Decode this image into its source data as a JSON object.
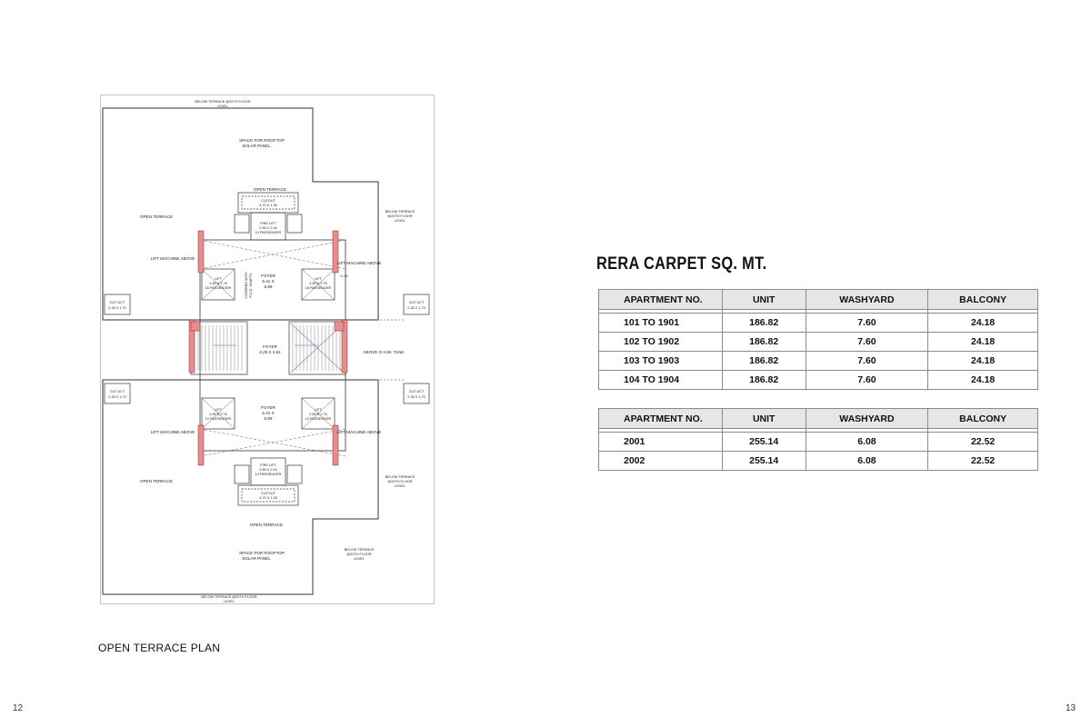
{
  "page_numbers": {
    "left": "12",
    "right": "13"
  },
  "plan": {
    "caption": "OPEN TERRACE PLAN",
    "labels": {
      "below_terrace_top_1": "BELOW TERRACE @20TH FLOOR",
      "below_terrace_top_2": "LEVEL",
      "solar_top_1": "SPACE FOR ROOFTOP",
      "solar_top_2": "SOLAR PANEL",
      "open_terrace_top_center": "OPEN TERRACE",
      "cutout_top_1": "CUTOUT",
      "cutout_top_2": "4.70 X 1.36",
      "fire_lift_top_1": "FIRE LIFT",
      "fire_lift_top_2": "2.89 X 2.40",
      "fire_lift_top_3": "14 PASSENGER",
      "open_terrace_top_left": "OPEN TERRACE",
      "below_terrace_right_top_1": "BELOW TERRACE",
      "below_terrace_right_top_2": "@20TH FLOOR",
      "below_terrace_right_top_3": "LEVEL",
      "lift_machine_tl": "LIFT MACHINE ABOVE",
      "lift_machine_tr": "LIFT MACHINE ABOVE",
      "foyer_top_1": "FOYER",
      "foyer_top_2": "5.41 X",
      "foyer_top_3": "6.69",
      "lift_tl_1": "LIFT",
      "lift_tl_2": "2.89 X 2.76",
      "lift_tl_3": "16 PASSENGER",
      "lift_tr_1": "LIFT",
      "lift_tr_2": "2.89 X 2.76",
      "lift_tr_3": "16 PASSENGER",
      "covered_shaft_1": "COVERED WITH",
      "covered_shaft_2": "P.O.D. SHAFTS",
      "level_mark": "+1.00",
      "cut_dct_1a": "CUT DCT",
      "cut_dct_1b": "2.28 X 1.70",
      "cut_dct_2a": "CUT DCT",
      "cut_dct_2b": "2.28 X 1.70",
      "cut_dct_3a": "CUT DCT",
      "cut_dct_3b": "2.28 X 1.70",
      "cut_dct_4a": "CUT DCT",
      "cut_dct_4b": "2.28 X 1.70",
      "foyer_mid_1": "FOYER",
      "foyer_mid_2": "3.29 X 4.61",
      "above_ohw": "ABOVE O.H.W. TANK",
      "foyer_bot_1": "FOYER",
      "foyer_bot_2": "5.41 X",
      "foyer_bot_3": "6.69",
      "lift_bl_1": "LIFT",
      "lift_bl_2": "2.89 X 2.76",
      "lift_bl_3": "12 PASSENGER",
      "lift_br_1": "LIFT",
      "lift_br_2": "2.89 X 2.76",
      "lift_br_3": "12 PASSENGER",
      "lift_machine_bl": "LIFT MACHINE ABOVE",
      "lift_machine_br": "LIFT MACHINE ABOVE",
      "fire_lift_bot_1": "FIRE LIFT",
      "fire_lift_bot_2": "2.89 X 2.40",
      "fire_lift_bot_3": "14 PASSENGER",
      "open_terrace_bot_left": "OPEN TERRACE",
      "below_terrace_right_bot_1": "BELOW TERRACE",
      "below_terrace_right_bot_2": "@20TH FLOOR",
      "below_terrace_right_bot_3": "LEVEL",
      "cutout_bot_1": "CUTOUT",
      "cutout_bot_2": "4.70 X 1.36",
      "open_terrace_bot_center": "OPEN TERRACE",
      "solar_bot_1": "SPACE FOR ROOFTOP",
      "solar_bot_2": "SOLAR PANEL",
      "below_terrace_br_1": "BELOW TERRACE",
      "below_terrace_br_2": "@20TH FLOOR",
      "below_terrace_br_3": "LEVEL",
      "below_terrace_bot_1": "BELOW TERRACE @20TH FLOOR",
      "below_terrace_bot_2": "LEVEL"
    }
  },
  "rera": {
    "title": "RERA CARPET SQ. MT.",
    "headers": [
      "APARTMENT NO.",
      "UNIT",
      "WASHYARD",
      "BALCONY"
    ],
    "table1": [
      [
        "101 TO 1901",
        "186.82",
        "7.60",
        "24.18"
      ],
      [
        "102 TO 1902",
        "186.82",
        "7.60",
        "24.18"
      ],
      [
        "103 TO 1903",
        "186.82",
        "7.60",
        "24.18"
      ],
      [
        "104 TO 1904",
        "186.82",
        "7.60",
        "24.18"
      ]
    ],
    "table2": [
      [
        "2001",
        "255.14",
        "6.08",
        "22.52"
      ],
      [
        "2002",
        "255.14",
        "6.08",
        "22.52"
      ]
    ]
  }
}
